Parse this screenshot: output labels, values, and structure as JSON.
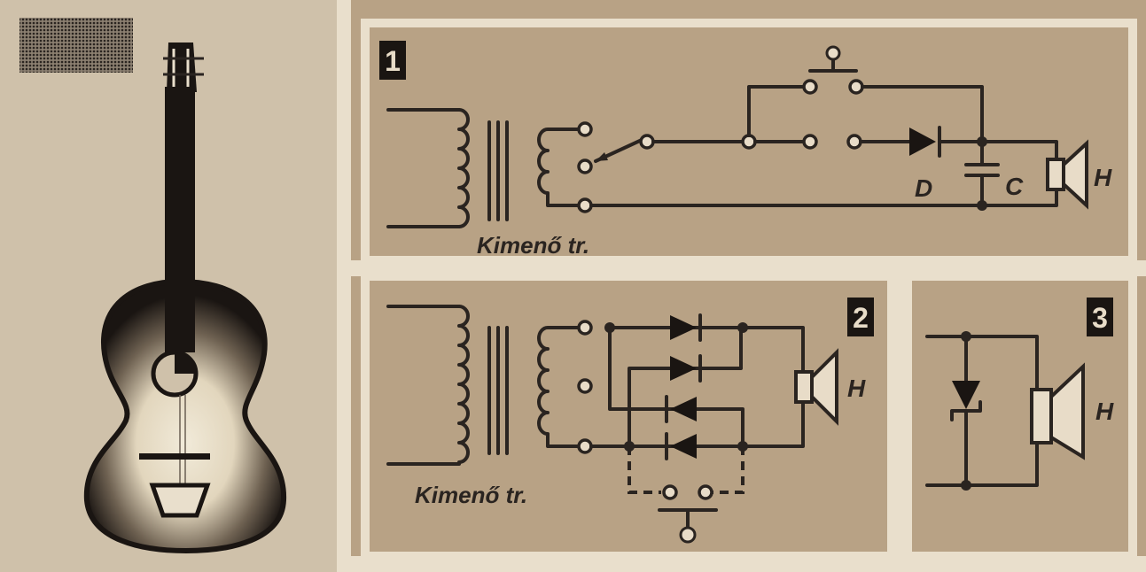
{
  "panels": [
    {
      "number": "1",
      "transformer_label": "Kimenő tr.",
      "diode_label": "D",
      "capacitor_label": "C",
      "speaker_label": "H"
    },
    {
      "number": "2",
      "transformer_label": "Kimenő tr.",
      "speaker_label": "H"
    },
    {
      "number": "3",
      "speaker_label": "H"
    }
  ],
  "colors": {
    "paper": "#b8a285",
    "left_paper": "#cfc1aa",
    "frame": "#e9dfcc",
    "ink": "#2a2420",
    "guitar_body": "#1a1512"
  },
  "icons": [
    "guitar-image",
    "transformer-icon",
    "diode-icon",
    "capacitor-icon",
    "speaker-icon",
    "push-button-icon",
    "zener-diode-icon"
  ]
}
